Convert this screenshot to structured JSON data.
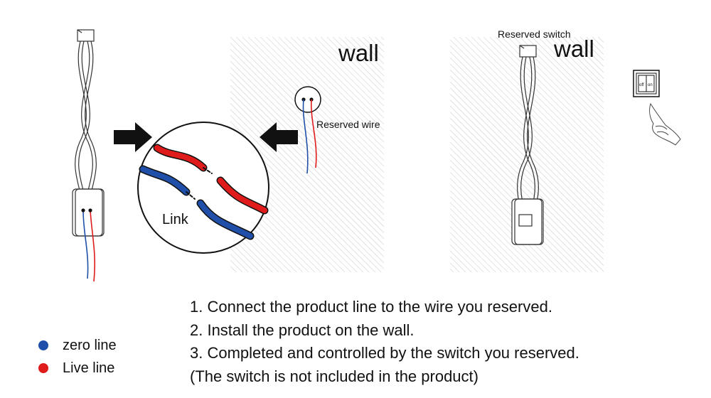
{
  "colors": {
    "zero_line": "#1f4fa8",
    "live_line": "#e01b1b"
  },
  "icons": [
    "arrow-right-icon",
    "arrow-left-icon",
    "wall-socket-icon",
    "switch-icon",
    "pointing-hand-icon",
    "connector-plug-icon"
  ],
  "diagram": {
    "wall_label_1": "wall",
    "wall_label_2": "wall",
    "reserved_wire_label": "Reserved wire",
    "reserved_switch_label": "Reserved switch",
    "link_label": "Link",
    "switch_off_label": "off",
    "switch_on_label": "on"
  },
  "steps": [
    "1. Connect the product line to the wire you reserved.",
    "2. Install the product on the wall.",
    "3. Completed and controlled by the switch you reserved."
  ],
  "note": "(The switch is not included in the product)",
  "legend": [
    {
      "label": "zero line",
      "color": "#1f4fa8"
    },
    {
      "label": "Live line",
      "color": "#e01b1b"
    }
  ]
}
